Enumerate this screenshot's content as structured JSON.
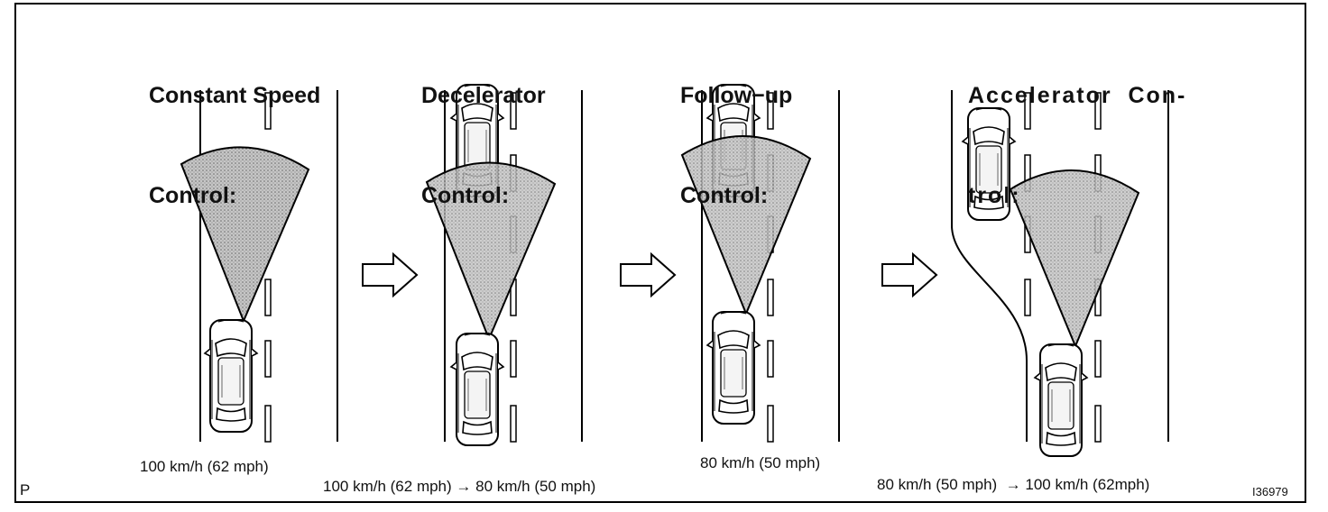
{
  "panels": [
    {
      "title_line1": "Constant Speed",
      "title_line2": "Control:",
      "caption": "100 km/h (62 mph)"
    },
    {
      "title_line1": "Decelerator",
      "title_line2": "Control:",
      "caption": "100 km/h (62 mph) → 80 km/h (50 mph)"
    },
    {
      "title_line1": "Follow−up",
      "title_line2": "Control:",
      "caption": "80 km/h (50 mph)"
    },
    {
      "title_line1": "Accelerator  Con-",
      "title_line2": "trol:",
      "caption": "80 km/h (50 mph)  → 100 km/h (62mph)"
    }
  ],
  "corner_left": "P",
  "figure_id": "I36979",
  "colors": {
    "line": "#000000",
    "sensor_fill": "#bdbdbd",
    "background": "#ffffff"
  },
  "icons": [
    "car-icon",
    "sensor-beam",
    "right-arrow-icon",
    "lane-dash"
  ]
}
